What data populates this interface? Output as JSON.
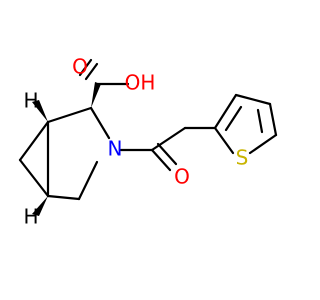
{
  "molecule": {
    "atoms": {
      "carbonyl_oxygen_acid": {
        "label": "O",
        "color": "#ff0000"
      },
      "hydroxyl": {
        "label": "OH",
        "color": "#ff0000"
      },
      "nitrogen": {
        "label": "N",
        "color": "#0000ff"
      },
      "amide_oxygen": {
        "label": "O",
        "color": "#ff0000"
      },
      "sulfur": {
        "label": "S",
        "color": "#c8b400"
      },
      "hydrogen_top": {
        "label": "H",
        "color": "#000000"
      },
      "hydrogen_bottom": {
        "label": "H",
        "color": "#000000"
      }
    },
    "bond_color": "#000000"
  }
}
